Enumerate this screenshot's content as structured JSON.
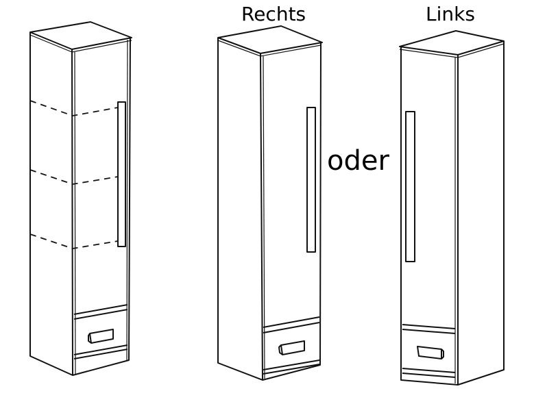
{
  "labels": {
    "right": "Rechts",
    "left": "Links",
    "or": "oder"
  },
  "colors": {
    "line": "#111111",
    "background": "#ffffff"
  }
}
